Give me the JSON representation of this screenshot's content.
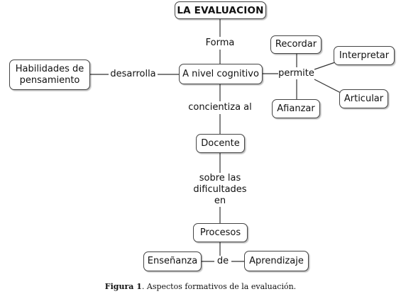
{
  "nodes": {
    "title": "LA EVALUACION",
    "nivel": "A nivel cognitivo",
    "habilidades": "Habilidades de\npensamiento",
    "recordar": "Recordar",
    "interpretar": "Interpretar",
    "articular": "Articular",
    "afianzar": "Afianzar",
    "docente": "Docente",
    "procesos": "Procesos",
    "ensenanza": "Enseñanza",
    "aprendizaje": "Aprendizaje"
  },
  "links": {
    "forma": "Forma",
    "desarrolla": "desarrolla",
    "permite": "permite",
    "concientiza": "concientiza al",
    "sobre": "sobre las\ndificultades\nen",
    "de": "de"
  },
  "caption": {
    "label": "Figura 1",
    "text": ". Aspectos formativos de la evaluación."
  }
}
